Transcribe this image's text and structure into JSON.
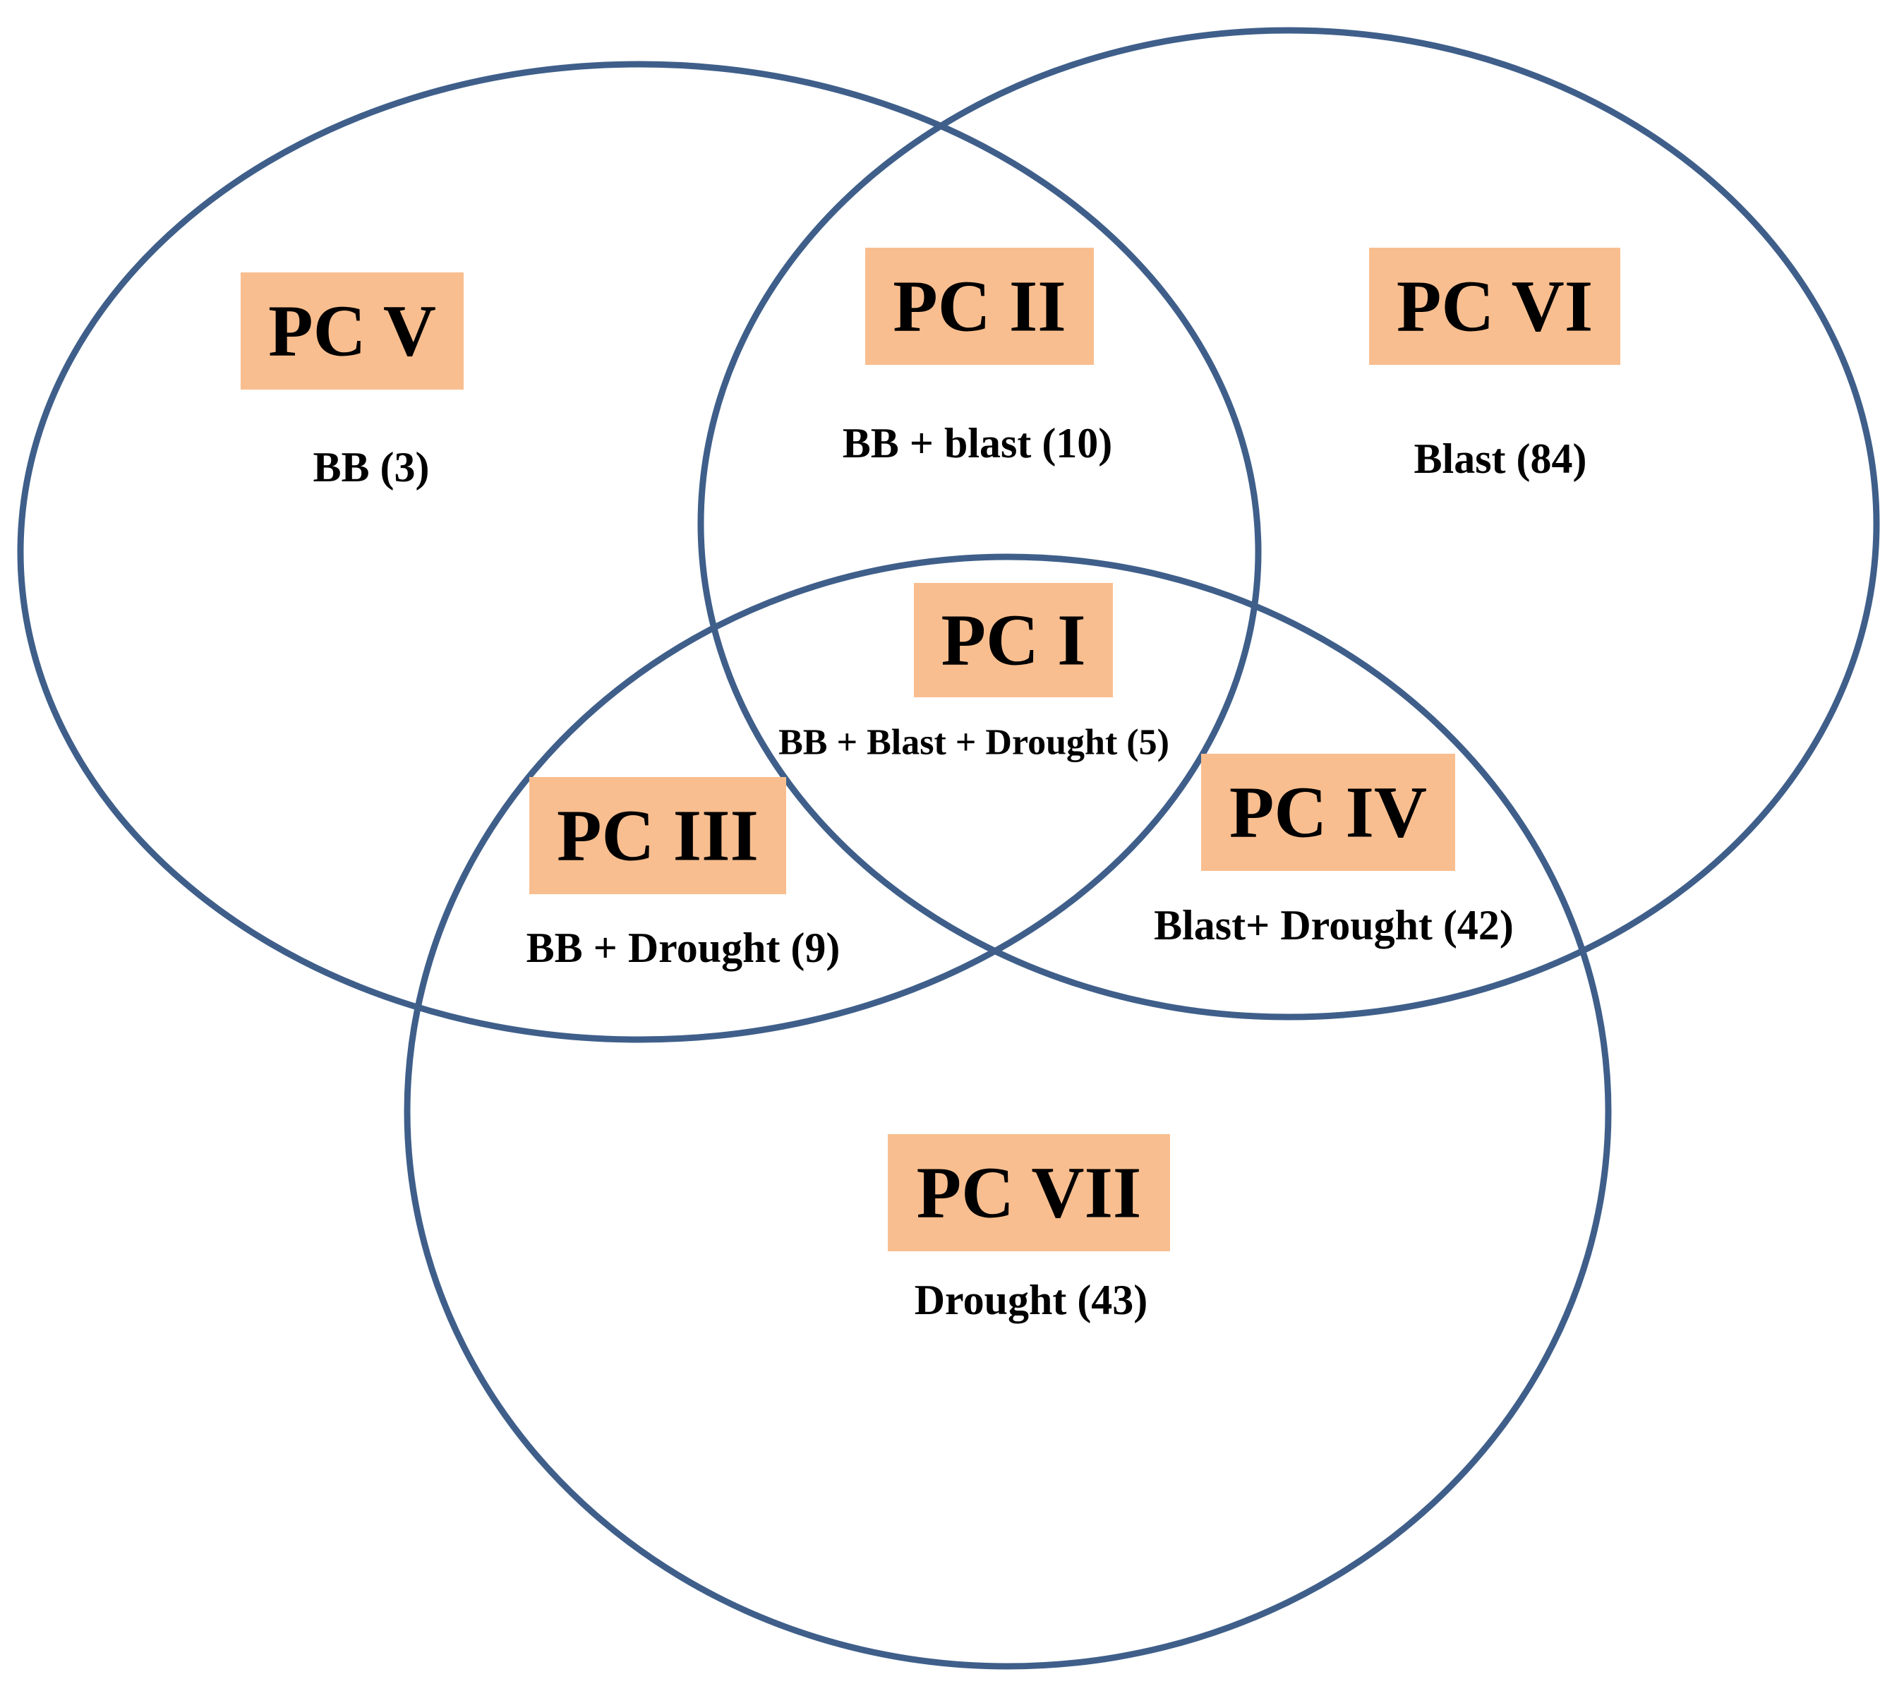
{
  "colors": {
    "outline": "#3f5f8a",
    "label_fill": "#f9be8f",
    "text": "#000000",
    "background": "#ffffff"
  },
  "regions": [
    {
      "pc": "PC V",
      "label": "BB (3)"
    },
    {
      "pc": "PC II",
      "label": "BB + blast (10)"
    },
    {
      "pc": "PC VI",
      "label": "Blast (84)"
    },
    {
      "pc": "PC I",
      "label": "BB + Blast + Drought (5)"
    },
    {
      "pc": "PC III",
      "label": "BB + Drought (9)"
    },
    {
      "pc": "PC IV",
      "label": "Blast+ Drought (42)"
    },
    {
      "pc": "PC VII",
      "label": "Drought (43)"
    }
  ]
}
